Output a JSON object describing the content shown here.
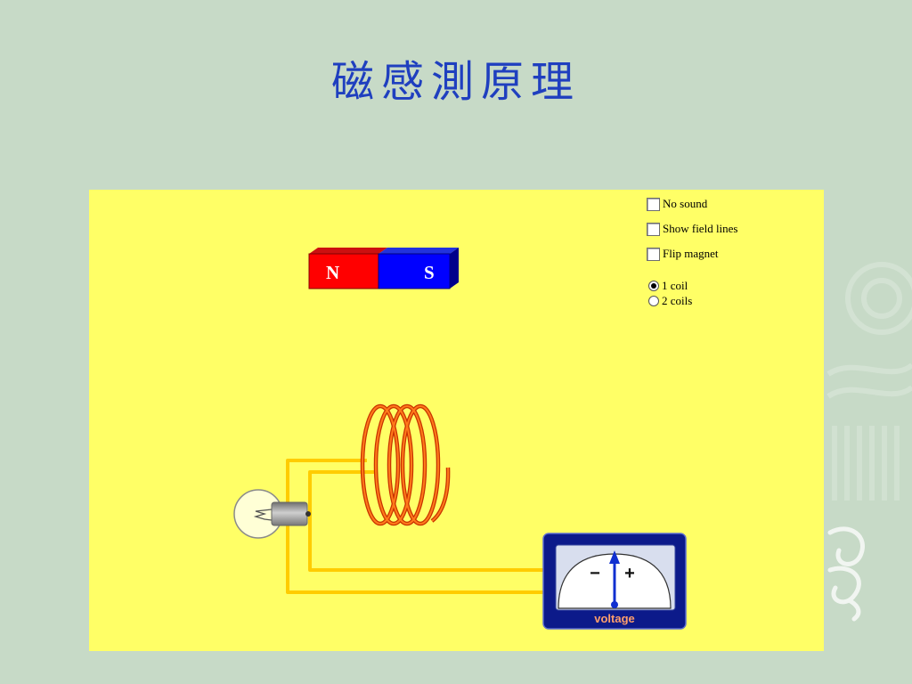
{
  "slide": {
    "title": "磁感測原理"
  },
  "simulation": {
    "background_color": "#ffff66",
    "wire_color": "#ffcc00",
    "magnet": {
      "north_label": "N",
      "south_label": "S",
      "north_color": "#ff0000",
      "south_color": "#0000ff"
    },
    "coil": {
      "color": "#ff7a1a"
    },
    "controls": {
      "checkboxes": [
        {
          "label": "No sound",
          "checked": false
        },
        {
          "label": "Show field lines",
          "checked": false
        },
        {
          "label": "Flip magnet",
          "checked": false
        }
      ],
      "radios": [
        {
          "label": "1 coil",
          "selected": true
        },
        {
          "label": "2 coils",
          "selected": false
        }
      ]
    },
    "meter": {
      "minus_label": "−",
      "plus_label": "+",
      "caption": "voltage",
      "needle_value": 0,
      "body_color": "#0c1a8a",
      "needle_color": "#1030d0",
      "caption_color": "#ff9f6b"
    }
  }
}
